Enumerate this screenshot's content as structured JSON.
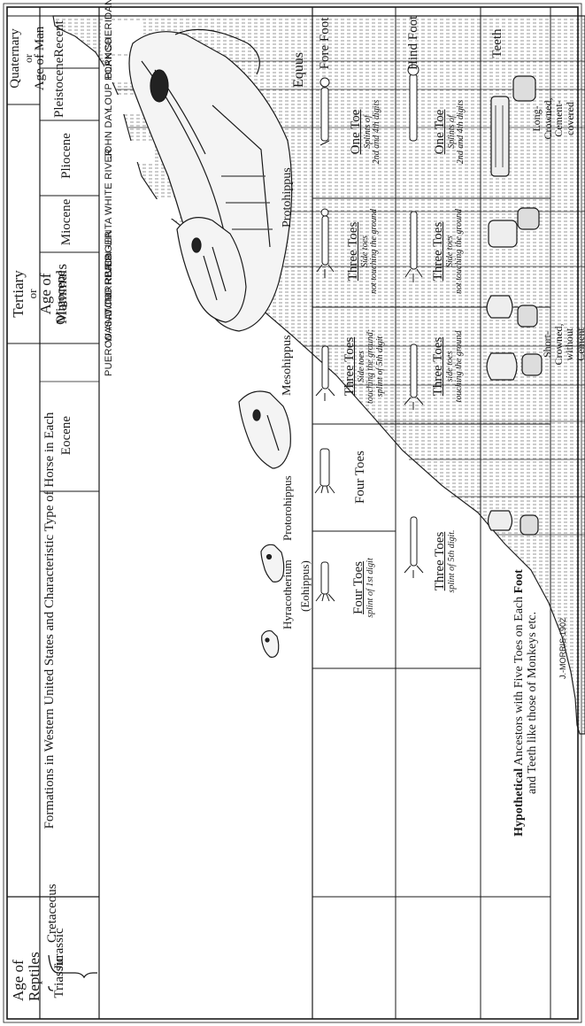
{
  "header": {
    "formations": "Formations in Western United States and Characteristic Type of Horse in Each",
    "fore_foot": "Fore Foot",
    "hind_foot": "Hind Foot",
    "teeth": "Teeth"
  },
  "eras": {
    "quaternary": [
      "Quaternary",
      "or",
      "Age of Man"
    ],
    "tertiary": [
      "Tertiary",
      "or",
      "Age of",
      "Mammals"
    ],
    "reptiles": [
      "Age of",
      "Reptiles"
    ]
  },
  "epochs": {
    "recent": "Recent",
    "pleistocene": "Pleistocene",
    "pliocene": "Pliocene",
    "miocene": "Miocene",
    "oligocene": "Oligocene",
    "eocene": "Eocene",
    "cretaceous": "Cretaceous",
    "jurassic": "Jurassic",
    "triassic": "Triassic"
  },
  "strata": [
    "SHERIDAN",
    "BLANCO",
    "LOUP FORK",
    "JOHN DAY",
    "WHITE RIVER",
    "UINTA",
    "BRIDGER",
    "WIND RIVER",
    "WASATCH",
    "PUERCO AND TORREJON"
  ],
  "horses": {
    "equus": "Equus",
    "protohippus": "Protohippus",
    "mesohippus": "Mesohippus",
    "protorohippus": "Protorohippus",
    "hyracotherium": "Hyracotherium",
    "eohippus": "(Eohippus)"
  },
  "fore_foot": {
    "one_toe": "One Toe",
    "one_toe_note1": "Splints of",
    "one_toe_note2": "2nd and 4th digits",
    "three_toes_a": "Three Toes",
    "side_toes": "Side toes",
    "not_touching": "not touching the ground",
    "three_toes_b": "Three Toes",
    "side_toes_b": "Side toes",
    "touching_splint1": "touching the ground;",
    "touching_splint2": "splint of 5th digit",
    "four_toes": "Four Toes",
    "four_toes_b": "Four Toes",
    "splint_1st": "splint of 1st digit"
  },
  "hind_foot": {
    "one_toe": "One Toe",
    "one_toe_note1": "Splints of",
    "one_toe_note2": "2nd and 4th digits",
    "three_toes_a": "Three Toes",
    "side_toes": "Side toes",
    "not_touching": "not touching the ground",
    "three_toes_b": "Three Toes",
    "side_toes_b": "side toes",
    "touching": "touching the ground",
    "three_toes_c": "Three Toes",
    "splint_5th": "splint of 5th digit."
  },
  "teeth": {
    "long": [
      "Long-",
      "Crowned,",
      "Cement-",
      "covered"
    ],
    "short": [
      "Short-",
      "Crowned,",
      "without",
      "Cement"
    ]
  },
  "hypothetical": {
    "line1_bold": "Hypothetical",
    "line1_rest": "Ancestors with Five Toes on Each",
    "line1_bold2": "Foot",
    "line2": "and Teeth like those of Monkeys etc."
  },
  "signature": "J.-MORRIS-1902"
}
